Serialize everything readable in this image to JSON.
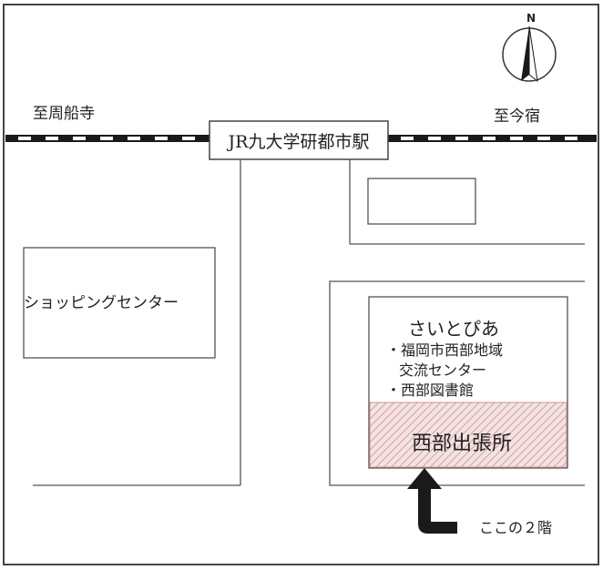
{
  "station": {
    "name": "JR九大学研都市駅"
  },
  "directions": {
    "left": "至周船寺",
    "right": "至今宿"
  },
  "buildings": {
    "shopping": "ショッピングセンター",
    "facility_title": "さいとぴあ",
    "facility_items": [
      "・福岡市西部地域",
      "交流センター",
      "・西部図書館"
    ],
    "office": "西部出張所"
  },
  "annotation": {
    "floor_note": "ここの２階"
  },
  "compass": {
    "north_label": "N"
  },
  "colors": {
    "line": "#555555",
    "rail": "#1a1a1a",
    "office_hatch": "#d9a3a3",
    "office_fill": "#f4e3e3",
    "arrow": "#1a1a1a"
  },
  "icons": {
    "compass": "north-arrow-icon",
    "pointer": "bent-arrow-up-icon"
  }
}
